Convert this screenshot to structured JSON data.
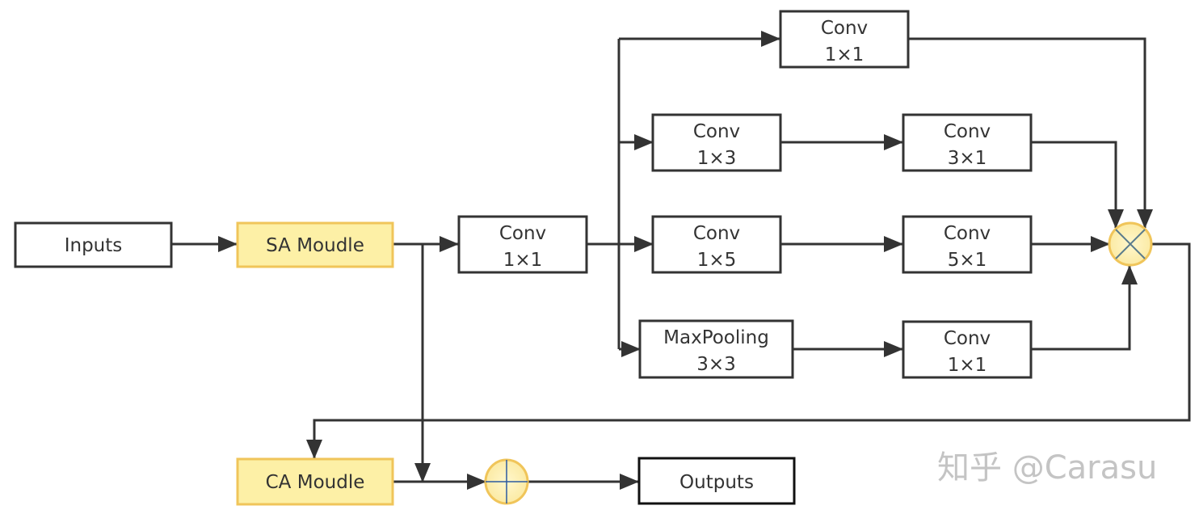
{
  "diagram": {
    "colors": {
      "stroke": "#333333",
      "module_fill": "#fdf0a6",
      "module_border": "#f0c55a",
      "op_fill": "#fcefb0",
      "op_border": "#f0c55a",
      "watermark": "#c4c4c4"
    },
    "nodes": {
      "inputs": {
        "lines": [
          "Inputs"
        ]
      },
      "sa": {
        "lines": [
          "SA Moudle"
        ]
      },
      "conv_in": {
        "lines": [
          "Conv",
          "1×1"
        ]
      },
      "b1_conv": {
        "lines": [
          "Conv",
          "1×1"
        ]
      },
      "b2_conv_a": {
        "lines": [
          "Conv",
          "1×3"
        ]
      },
      "b2_conv_b": {
        "lines": [
          "Conv",
          "3×1"
        ]
      },
      "b3_conv_a": {
        "lines": [
          "Conv",
          "1×5"
        ]
      },
      "b3_conv_b": {
        "lines": [
          "Conv",
          "5×1"
        ]
      },
      "b4_pool": {
        "lines": [
          "MaxPooling",
          "3×3"
        ]
      },
      "b4_conv": {
        "lines": [
          "Conv",
          "1×1"
        ]
      },
      "ca": {
        "lines": [
          "CA Moudle"
        ]
      },
      "outputs": {
        "lines": [
          "Outputs"
        ]
      }
    },
    "operators": {
      "multiply": {
        "symbol": "×",
        "meaning": "element-wise multiplication"
      },
      "add": {
        "symbol": "+",
        "meaning": "element-wise addition"
      }
    },
    "edges": [
      {
        "from": "inputs",
        "to": "sa"
      },
      {
        "from": "sa",
        "to": "conv_in"
      },
      {
        "from": "sa",
        "to": "add"
      },
      {
        "from": "conv_in",
        "to": "b1_conv"
      },
      {
        "from": "conv_in",
        "to": "b2_conv_a"
      },
      {
        "from": "conv_in",
        "to": "b3_conv_a"
      },
      {
        "from": "conv_in",
        "to": "b4_pool"
      },
      {
        "from": "b2_conv_a",
        "to": "b2_conv_b"
      },
      {
        "from": "b3_conv_a",
        "to": "b3_conv_b"
      },
      {
        "from": "b4_pool",
        "to": "b4_conv"
      },
      {
        "from": "b1_conv",
        "to": "multiply"
      },
      {
        "from": "b2_conv_b",
        "to": "multiply"
      },
      {
        "from": "b3_conv_b",
        "to": "multiply"
      },
      {
        "from": "b4_conv",
        "to": "multiply"
      },
      {
        "from": "multiply",
        "to": "ca"
      },
      {
        "from": "ca",
        "to": "add"
      },
      {
        "from": "add",
        "to": "outputs"
      }
    ],
    "watermark": "知乎 @Carasu"
  }
}
